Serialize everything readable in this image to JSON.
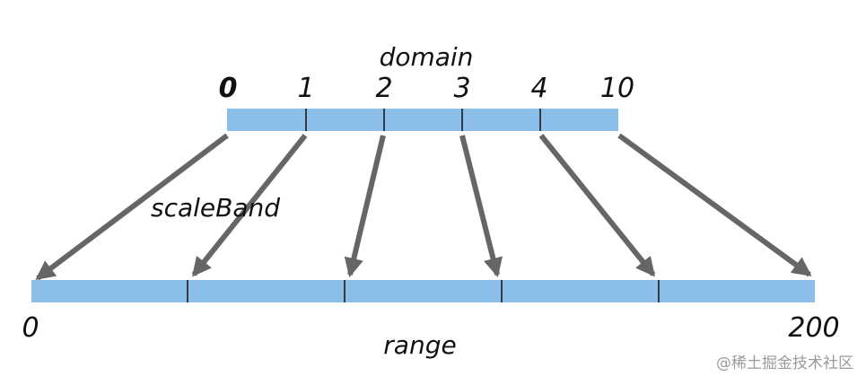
{
  "domain": {
    "label": "domain",
    "ticks": [
      "0",
      "1",
      "2",
      "3",
      "4",
      "10"
    ]
  },
  "scale_label": "scaleBand",
  "range": {
    "label": "range",
    "start": "0",
    "end": "200"
  },
  "colors": {
    "bar": "#8bbfe9",
    "arrow": "#666666",
    "divider": "#111111"
  },
  "watermark": "@稀土掘金技术社区"
}
